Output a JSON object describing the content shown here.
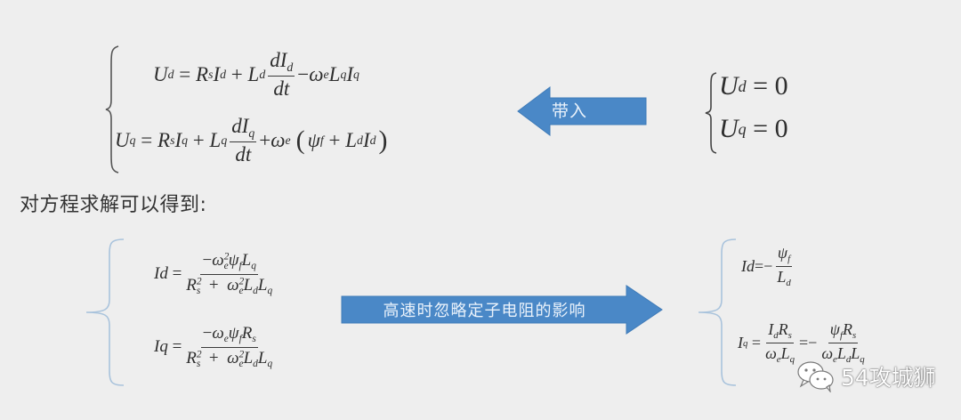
{
  "slide": {
    "background": "#eeeeee",
    "accent_color": "#4a88c7",
    "brace_color_light": "#a9c3dc"
  },
  "top_system": {
    "eq_ud": {
      "lhs": "U",
      "lhs_sub": "d",
      "t1": "R",
      "t1_sub": "s",
      "t1b": "I",
      "t1b_sub": "d",
      "t2": "L",
      "t2_sub": "d",
      "frac_num": "dI",
      "frac_num_sub": "d",
      "frac_den": "dt",
      "t3": "ω",
      "t3_sub": "e",
      "t3b": "L",
      "t3b_sub": "q",
      "t3c": "I",
      "t3c_sub": "q"
    },
    "eq_uq": {
      "lhs": "U",
      "lhs_sub": "q",
      "t1": "R",
      "t1_sub": "s",
      "t1b": "I",
      "t1b_sub": "q",
      "t2": "L",
      "t2_sub": "q",
      "frac_num": "dI",
      "frac_num_sub": "q",
      "frac_den": "dt",
      "t3": "ω",
      "t3_sub": "e",
      "psi": "ψ",
      "psi_sub": "f",
      "t4": "L",
      "t4_sub": "d",
      "t4b": "I",
      "t4b_sub": "d"
    }
  },
  "arrow_substitute": {
    "label": "带入",
    "direction": "left"
  },
  "condition_system": {
    "eq1": {
      "lhs": "U",
      "lhs_sub": "d",
      "rhs": "0"
    },
    "eq2": {
      "lhs": "U",
      "lhs_sub": "q",
      "rhs": "0"
    }
  },
  "heading": "对方程求解可以得到:",
  "solution_system": {
    "id": {
      "lhs": "Id",
      "num": {
        "sign": "−",
        "w": "ω",
        "w_sub": "e",
        "w_sup": "2",
        "psi": "ψ",
        "psi_sub": "f",
        "l": "L",
        "l_sub": "q"
      },
      "den": {
        "r": "R",
        "r_sub": "s",
        "r_sup": "2",
        "w": "ω",
        "w_sub": "e",
        "w_sup": "2",
        "l1": "L",
        "l1_sub": "d",
        "l2": "L",
        "l2_sub": "q"
      }
    },
    "iq": {
      "lhs": "Iq",
      "num": {
        "sign": "−",
        "w": "ω",
        "w_sub": "e",
        "psi": "ψ",
        "psi_sub": "f",
        "r": "R",
        "r_sub": "s"
      },
      "den": {
        "r": "R",
        "r_sub": "s",
        "r_sup": "2",
        "w": "ω",
        "w_sub": "e",
        "w_sup": "2",
        "l1": "L",
        "l1_sub": "d",
        "l2": "L",
        "l2_sub": "q"
      }
    }
  },
  "arrow_highspeed": {
    "label": "高速时忽略定子电阻的影响",
    "direction": "right"
  },
  "approx_system": {
    "id": {
      "lhs": "Id",
      "sign": "−",
      "num": "ψ",
      "num_sub": "f",
      "den": "L",
      "den_sub": "d"
    },
    "iq": {
      "lhs": "I",
      "lhs_sub": "q",
      "f1_num_a": "I",
      "f1_num_a_sub": "d",
      "f1_num_b": "R",
      "f1_num_b_sub": "s",
      "f1_den_a": "ω",
      "f1_den_a_sub": "e",
      "f1_den_b": "L",
      "f1_den_b_sub": "q",
      "sign": "−",
      "f2_num_a": "ψ",
      "f2_num_a_sub": "f",
      "f2_num_b": "R",
      "f2_num_b_sub": "s",
      "f2_den_a": "ω",
      "f2_den_a_sub": "e",
      "f2_den_b": "L",
      "f2_den_b_sub": "d",
      "f2_den_c": "L",
      "f2_den_c_sub": "q"
    }
  },
  "watermark": {
    "icon": "wechat-icon",
    "text": "54攻城狮"
  },
  "symbols": {
    "eq": "=",
    "plus": "+",
    "minus": "−",
    "lparen": "(",
    "rparen": ")"
  }
}
